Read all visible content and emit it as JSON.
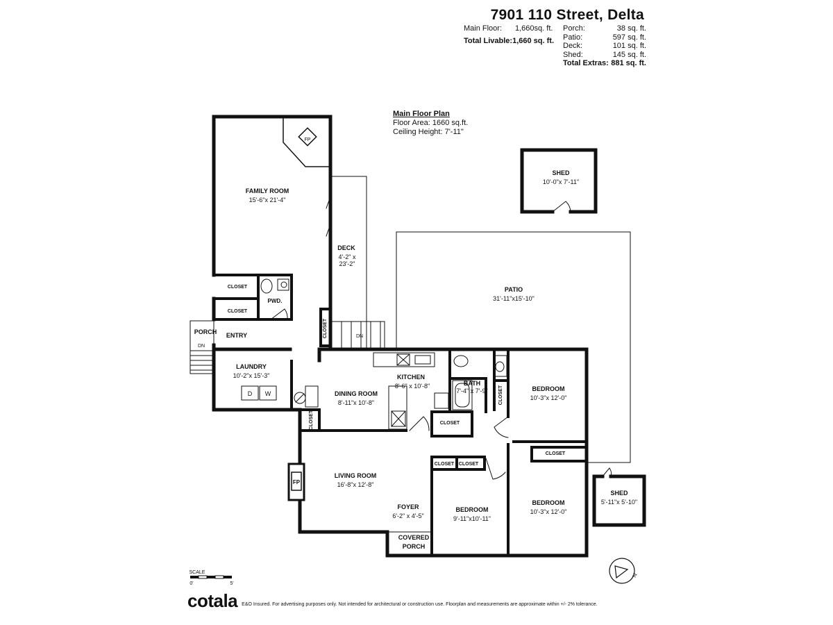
{
  "header": {
    "address": "7901 110 Street, Delta",
    "main_floor_label": "Main Floor:",
    "main_floor_value": "1,660sq. ft.",
    "total_livable_label": "Total Livable:",
    "total_livable_value": "1,660 sq. ft.",
    "extras": [
      {
        "label": "Porch:",
        "value": "38 sq. ft."
      },
      {
        "label": "Patio:",
        "value": "597 sq. ft."
      },
      {
        "label": "Deck:",
        "value": "101 sq. ft."
      },
      {
        "label": "Shed:",
        "value": "145 sq. ft."
      }
    ],
    "total_extras_label": "Total Extras:",
    "total_extras_value": "881 sq. ft."
  },
  "plan_info": {
    "title": "Main Floor Plan",
    "floor_area": "Floor Area: 1660 sq.ft.",
    "ceiling_height": "Ceiling Height: 7'-11\""
  },
  "rooms": {
    "family_room": {
      "name": "FAMILY ROOM",
      "dims": "15'-6\"x 21'-4\""
    },
    "deck": {
      "name": "DECK",
      "dims1": "4'-2\" x",
      "dims2": "23'-2\""
    },
    "patio": {
      "name": "PATIO",
      "dims": "31'-11\"x15'-10\""
    },
    "shed_top": {
      "name": "SHED",
      "dims": "10'-0\"x 7'-11\""
    },
    "shed_small": {
      "name": "SHED",
      "dims": "5'-11\"x 5'-10\""
    },
    "laundry": {
      "name": "LAUNDRY",
      "dims": "10'-2\"x 15'-3\""
    },
    "dining_room": {
      "name": "DINING ROOM",
      "dims": "8'-11\"x 10'-8\""
    },
    "kitchen": {
      "name": "KITCHEN",
      "dims": "8'-6\" x 10'-8\""
    },
    "bath": {
      "name": "BATH",
      "dims": "7'-4\" x 7'-9\""
    },
    "bedroom_1": {
      "name": "BEDROOM",
      "dims": "10'-3\"x 12'-0\""
    },
    "bedroom_2": {
      "name": "BEDROOM",
      "dims": "10'-3\"x 12'-0\""
    },
    "bedroom_3": {
      "name": "BEDROOM",
      "dims": "9'-11\"x10'-11\""
    },
    "living_room": {
      "name": "LIVING ROOM",
      "dims": "16'-8\"x 12'-8\""
    },
    "foyer": {
      "name": "FOYER",
      "dims": "6'-2\" x 4'-5\""
    },
    "covered_porch": {
      "name1": "COVERED",
      "name2": "PORCH"
    },
    "porch": {
      "name": "PORCH"
    },
    "entry": {
      "name": "ENTRY"
    },
    "pwd": {
      "name": "PWD."
    }
  },
  "labels": {
    "closet": "CLOSET",
    "fp": "FP",
    "dn": "DN",
    "d": "D",
    "w": "W",
    "north": "N",
    "scale": "SCALE",
    "scale_0": "0'",
    "scale_5": "5'"
  },
  "footer": {
    "logo": "cotala",
    "disclaimer": "E&O Insured. For advertising purposes only. Not intended for architectural or construction use. Floorplan and measurements are approximate within +/- 2% tolerance."
  }
}
